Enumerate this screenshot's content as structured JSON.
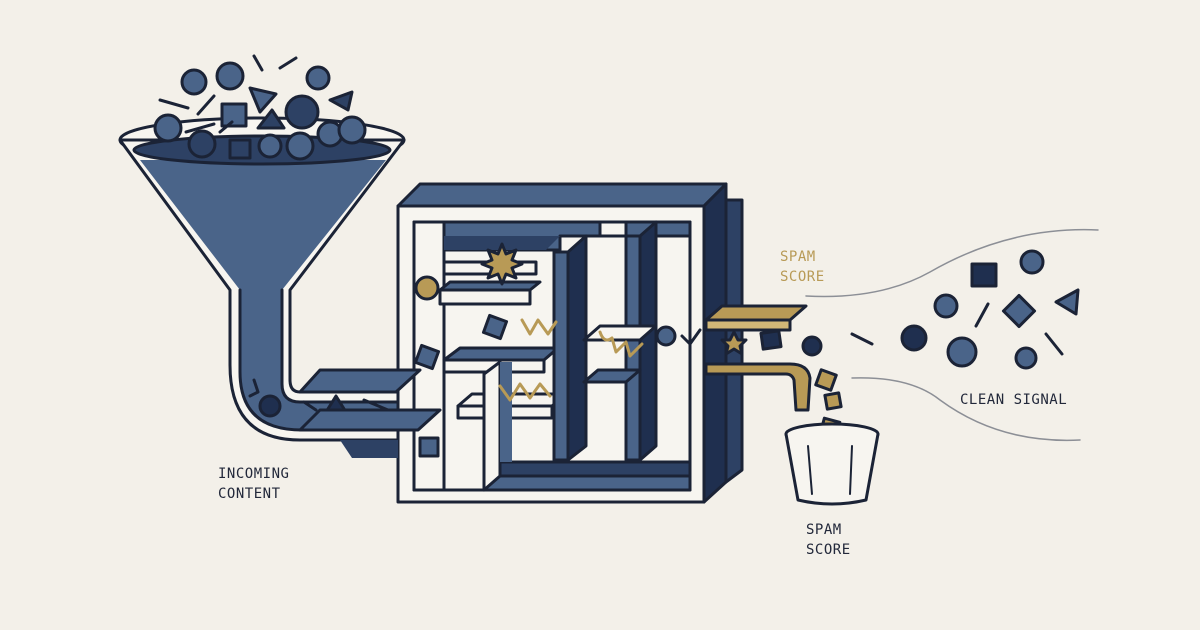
{
  "labels": {
    "incoming": "INCOMING\nCONTENT",
    "spam_score_top": "SPAM\nSCORE",
    "clean_signal": "CLEAN SIGNAL",
    "spam_score_bottom": "SPAM\nSCORE"
  },
  "colors": {
    "background": "#f3f0e9",
    "navy": "#1f2f4f",
    "slate": "#4a6489",
    "slate_light": "#6d84a3",
    "gold": "#b89a56",
    "outline": "#1b2336",
    "white": "#f7f5f0"
  }
}
